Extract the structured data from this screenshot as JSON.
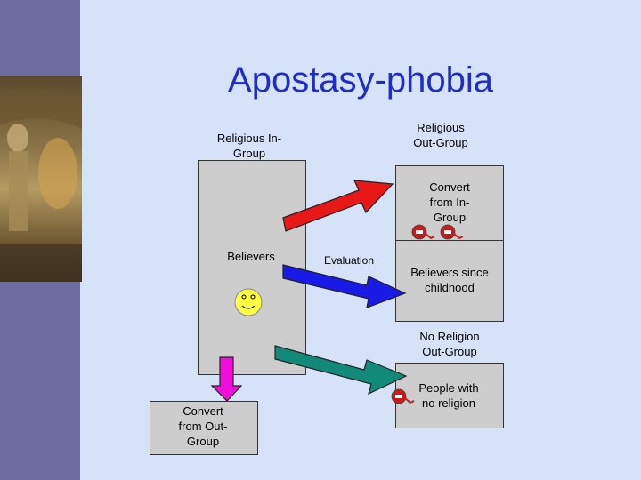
{
  "title": "Apostasy-phobia",
  "labels": {
    "in_group": "Religious In-\nGroup",
    "out_group": "Religious\nOut-Group",
    "convert_from_in": "Convert\nfrom In-\nGroup",
    "believers": "Believers",
    "evaluation": "Evaluation",
    "believers_since_childhood": "Believers since\nchildhood",
    "no_religion_out_group": "No Religion\nOut-Group",
    "people_with_no_religion": "People with\nno religion",
    "convert_from_out": "Convert\nfrom Out-\nGroup"
  },
  "colors": {
    "background": "#d6e2f8",
    "sidebar": "#6c6ca2",
    "title": "#1f2cc8",
    "arrow_red": "#e81818",
    "arrow_blue": "#1a1ae6",
    "arrow_teal": "#13897a",
    "arrow_magenta": "#ee10d8",
    "smiley": "#ffff44",
    "angry_face": "#c81c1c"
  },
  "icons": [
    "smiley-face-icon",
    "angry-face-icon"
  ]
}
